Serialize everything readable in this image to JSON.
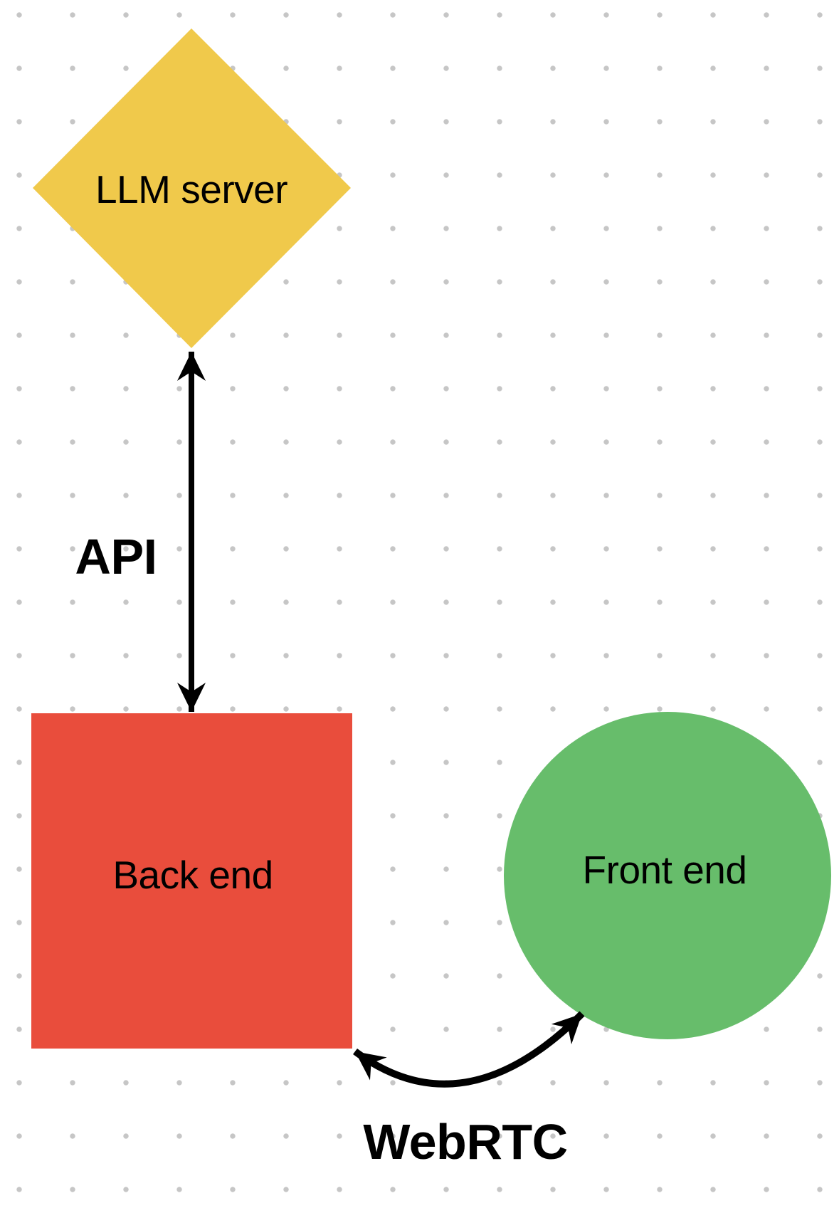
{
  "diagram": {
    "background": {
      "color": "#FFFFFF",
      "dot_color": "#C6C6C6"
    },
    "nodes": [
      {
        "id": "llm-server",
        "shape": "diamond",
        "label": "LLM server",
        "color": "#F0C94B"
      },
      {
        "id": "back-end",
        "shape": "square",
        "label": "Back end",
        "color": "#E94D3C"
      },
      {
        "id": "front-end",
        "shape": "circle",
        "label": "Front end",
        "color": "#67BD6B"
      }
    ],
    "edges": [
      {
        "id": "api",
        "label": "API",
        "style": "straight-double-arrow",
        "color": "#000000",
        "from": "llm-server",
        "to": "back-end"
      },
      {
        "id": "webrtc",
        "label": "WebRTC",
        "style": "curved-double-arrow",
        "color": "#000000",
        "from": "back-end",
        "to": "front-end"
      }
    ]
  }
}
